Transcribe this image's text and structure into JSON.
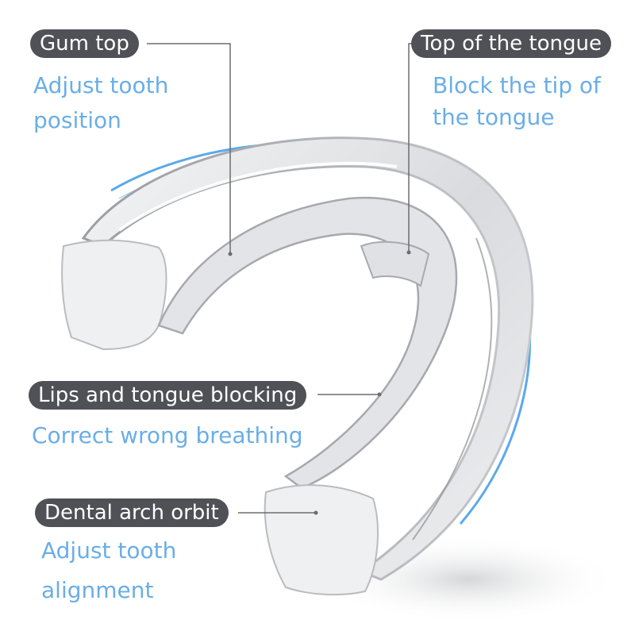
{
  "labels": {
    "gum_top": {
      "title": "Gum top",
      "lines": [
        "Adjust tooth",
        "position"
      ]
    },
    "tongue_top": {
      "title": "Top of the tongue",
      "lines": [
        "Block the tip of",
        "the tongue"
      ]
    },
    "lips_tongue": {
      "title": "Lips and tongue blocking",
      "lines": [
        "Correct wrong breathing"
      ]
    },
    "arch_orbit": {
      "title": "Dental arch orbit",
      "lines": [
        "Adjust tooth",
        "alignment"
      ]
    }
  },
  "colors": {
    "pill_bg": "#4f5156",
    "pill_text": "#ffffff",
    "desc_text": "#6aaee6",
    "accent_line": "#5ba9ea",
    "leader_line": "#6b6d72"
  }
}
